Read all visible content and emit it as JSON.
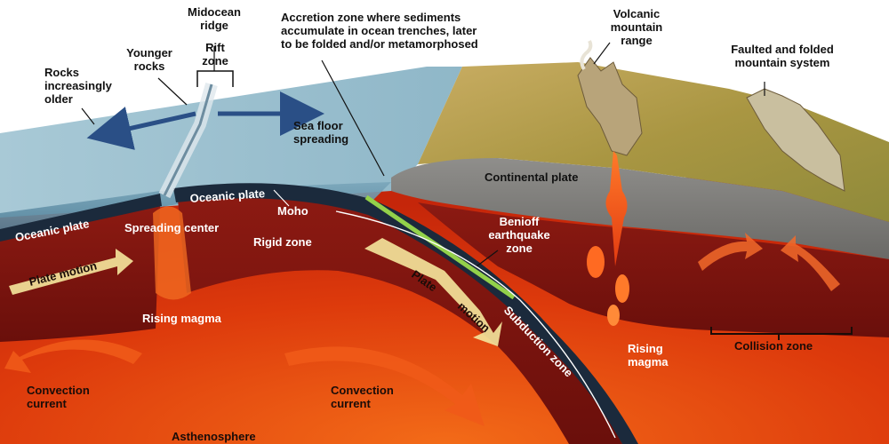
{
  "colors": {
    "ocean_surface": "#9cc1cf",
    "ocean_front": "#6e9bb0",
    "land": "#b9a25a",
    "continental_crust": "#7c7b78",
    "lithosphere": "#7a1410",
    "asthenosphere": "#d8340c",
    "oceanic_plate": "#1b2a3c",
    "plate_motion_arrow": "#f3e39a",
    "convection_arrow": "#f05a18",
    "accretion_line": "#93d14a"
  },
  "labels": {
    "midocean_ridge": "Midocean\nridge",
    "rift_zone": "Rift\nzone",
    "younger_rocks": "Younger\nrocks",
    "rocks_older": "Rocks\nincreasingly\nolder",
    "accretion_zone": "Accretion zone where sediments\naccumulate in ocean trenches, later\nto be folded and/or metamorphosed",
    "volcanic_range": "Volcanic\nmountain\nrange",
    "faulted_system": "Faulted and folded\nmountain system",
    "sea_floor_spreading": "Sea floor\nspreading",
    "continental_plate": "Continental plate",
    "oceanic_plate_left": "Oceanic plate",
    "oceanic_plate_mid": "Oceanic plate",
    "moho": "Moho",
    "spreading_center": "Spreading center",
    "rigid_zone": "Rigid zone",
    "benioff_zone": "Benioff\nearthquake\nzone",
    "plate_motion_left": "Plate motion",
    "plate_motion_right_1": "Plate",
    "plate_motion_right_2": "motion",
    "subduction_zone": "Subduction zone",
    "rising_magma_left": "Rising magma",
    "rising_magma_right": "Rising\nmagma",
    "collision_zone": "Collision zone",
    "convection_left": "Convection\ncurrent",
    "convection_mid": "Convection\ncurrent",
    "asthenosphere": "Asthenosphere"
  }
}
